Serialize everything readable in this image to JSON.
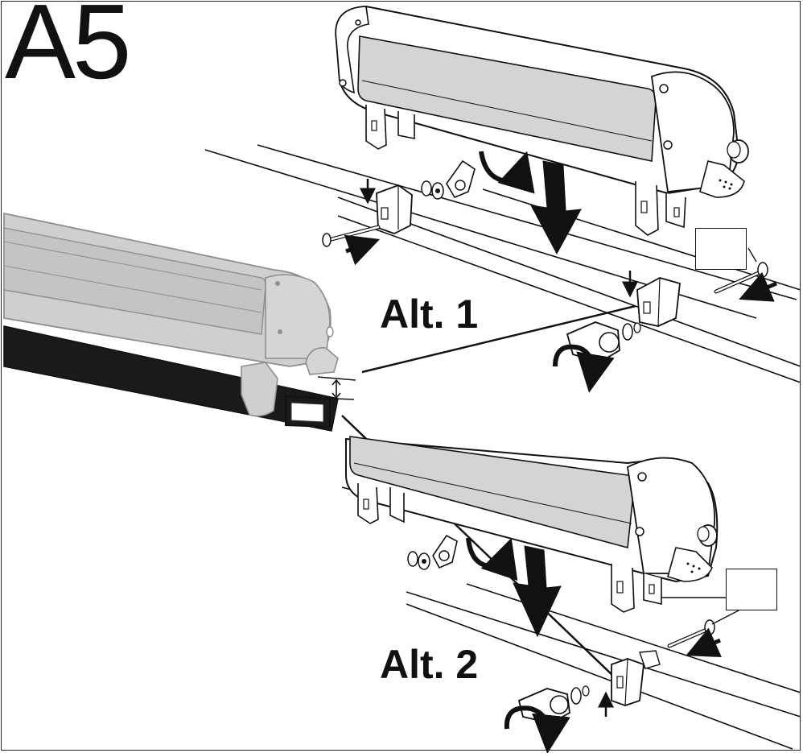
{
  "step_label": "A5",
  "alternatives": [
    {
      "label": "Alt. 1"
    },
    {
      "label": "Alt. 2"
    }
  ],
  "warning_icon": "warning-triangle-icon",
  "colors": {
    "line": "#111111",
    "carrier_body": "#ffffff",
    "rubber_strip": "#d4d4d4",
    "ghost_carrier": "#cfcfcf",
    "ghost_outline": "#8e8e8e",
    "roof_bar": "#1a1a1a"
  }
}
